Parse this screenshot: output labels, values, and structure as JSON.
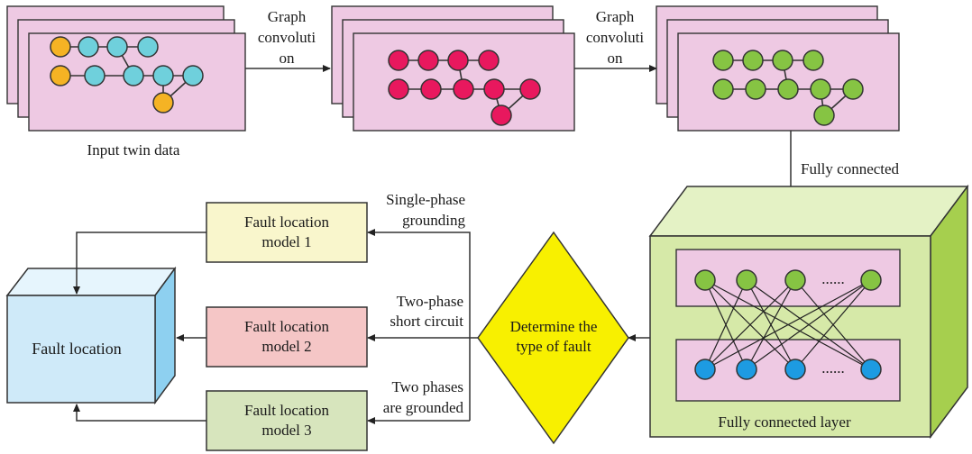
{
  "top_row": {
    "input_caption": "Input twin data",
    "arrow1_label": [
      "Graph",
      "convoluti",
      "on"
    ],
    "arrow2_label": [
      "Graph",
      "convoluti",
      "on"
    ],
    "fully_connected_label": "Fully connected"
  },
  "fc_layer": {
    "caption": "Fully connected layer",
    "top_ellipsis": "......",
    "bottom_ellipsis": "......"
  },
  "decision": {
    "line1": "Determine the",
    "line2": "type of fault"
  },
  "branches": [
    {
      "label_line1": "Single-phase",
      "label_line2": "grounding",
      "model_line1": "Fault location",
      "model_line2": "model 1"
    },
    {
      "label_line1": "Two-phase",
      "label_line2": "short circuit",
      "model_line1": "Fault location",
      "model_line2": "model 2"
    },
    {
      "label_line1": "Two phases",
      "label_line2": "are grounded",
      "model_line1": "Fault location",
      "model_line2": "model 3"
    }
  ],
  "output": {
    "label": "Fault location"
  },
  "colors": {
    "stack_fill": "#eec9e3",
    "input_orange": "#f5b324",
    "input_cyan": "#6fd0dc",
    "conv1_red": "#e8185e",
    "conv2_green": "#86c443",
    "fc_outer": "#d6e9a8",
    "fc_side": "#a6cf4e",
    "fc_top_nodes": "#86c443",
    "fc_bottom_nodes": "#1d9be2",
    "diamond": "#f8f000",
    "model1": "#f9f6cc",
    "model2": "#f5c6c6",
    "model3": "#d7e5bd",
    "output_front": "#cfeaf9",
    "output_side": "#8ed0f0"
  }
}
